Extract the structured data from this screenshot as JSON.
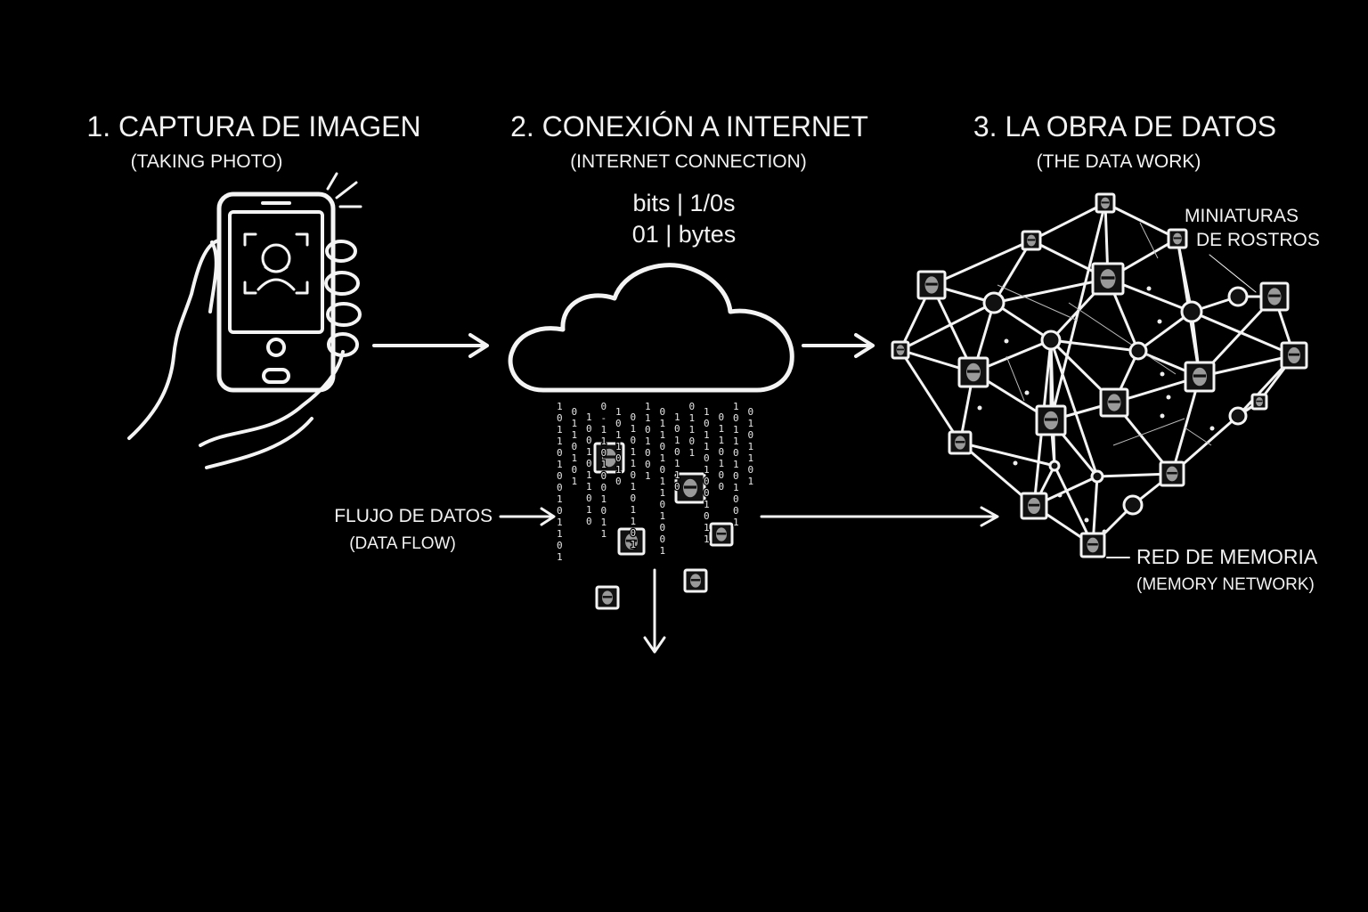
{
  "steps": [
    {
      "title": "1. CAPTURA DE IMAGEN",
      "subtitle": "(TAKING PHOTO)"
    },
    {
      "title": "2. CONEXIÓN A INTERNET",
      "subtitle": "(INTERNET CONNECTION)"
    },
    {
      "title": "3. LA OBRA DE DATOS",
      "subtitle": "(THE DATA WORK)"
    }
  ],
  "bits_lines": [
    "bits | 1/0s",
    "01 | bytes"
  ],
  "data_flow": {
    "label": "FLUJO DE DATOS",
    "sublabel": "(DATA FLOW)"
  },
  "thumbnails": {
    "line1": "MINIATURAS",
    "line2": "DE ROSTROS"
  },
  "memory_network": {
    "label": "RED DE MEMORIA",
    "sublabel": "(MEMORY NETWORK)"
  },
  "binary_columns": [
    "10110100101101",
    "0110101",
    "1001011010",
    "0-1101001011",
    "1011010",
    "010110101101",
    "1101001",
    "0110101101001",
    "1010110",
    "01101",
    "101101001011",
    "0110100",
    "10110101001",
    "0101101"
  ],
  "colors": {
    "background": "#000000",
    "foreground": "#f4f4f4"
  }
}
